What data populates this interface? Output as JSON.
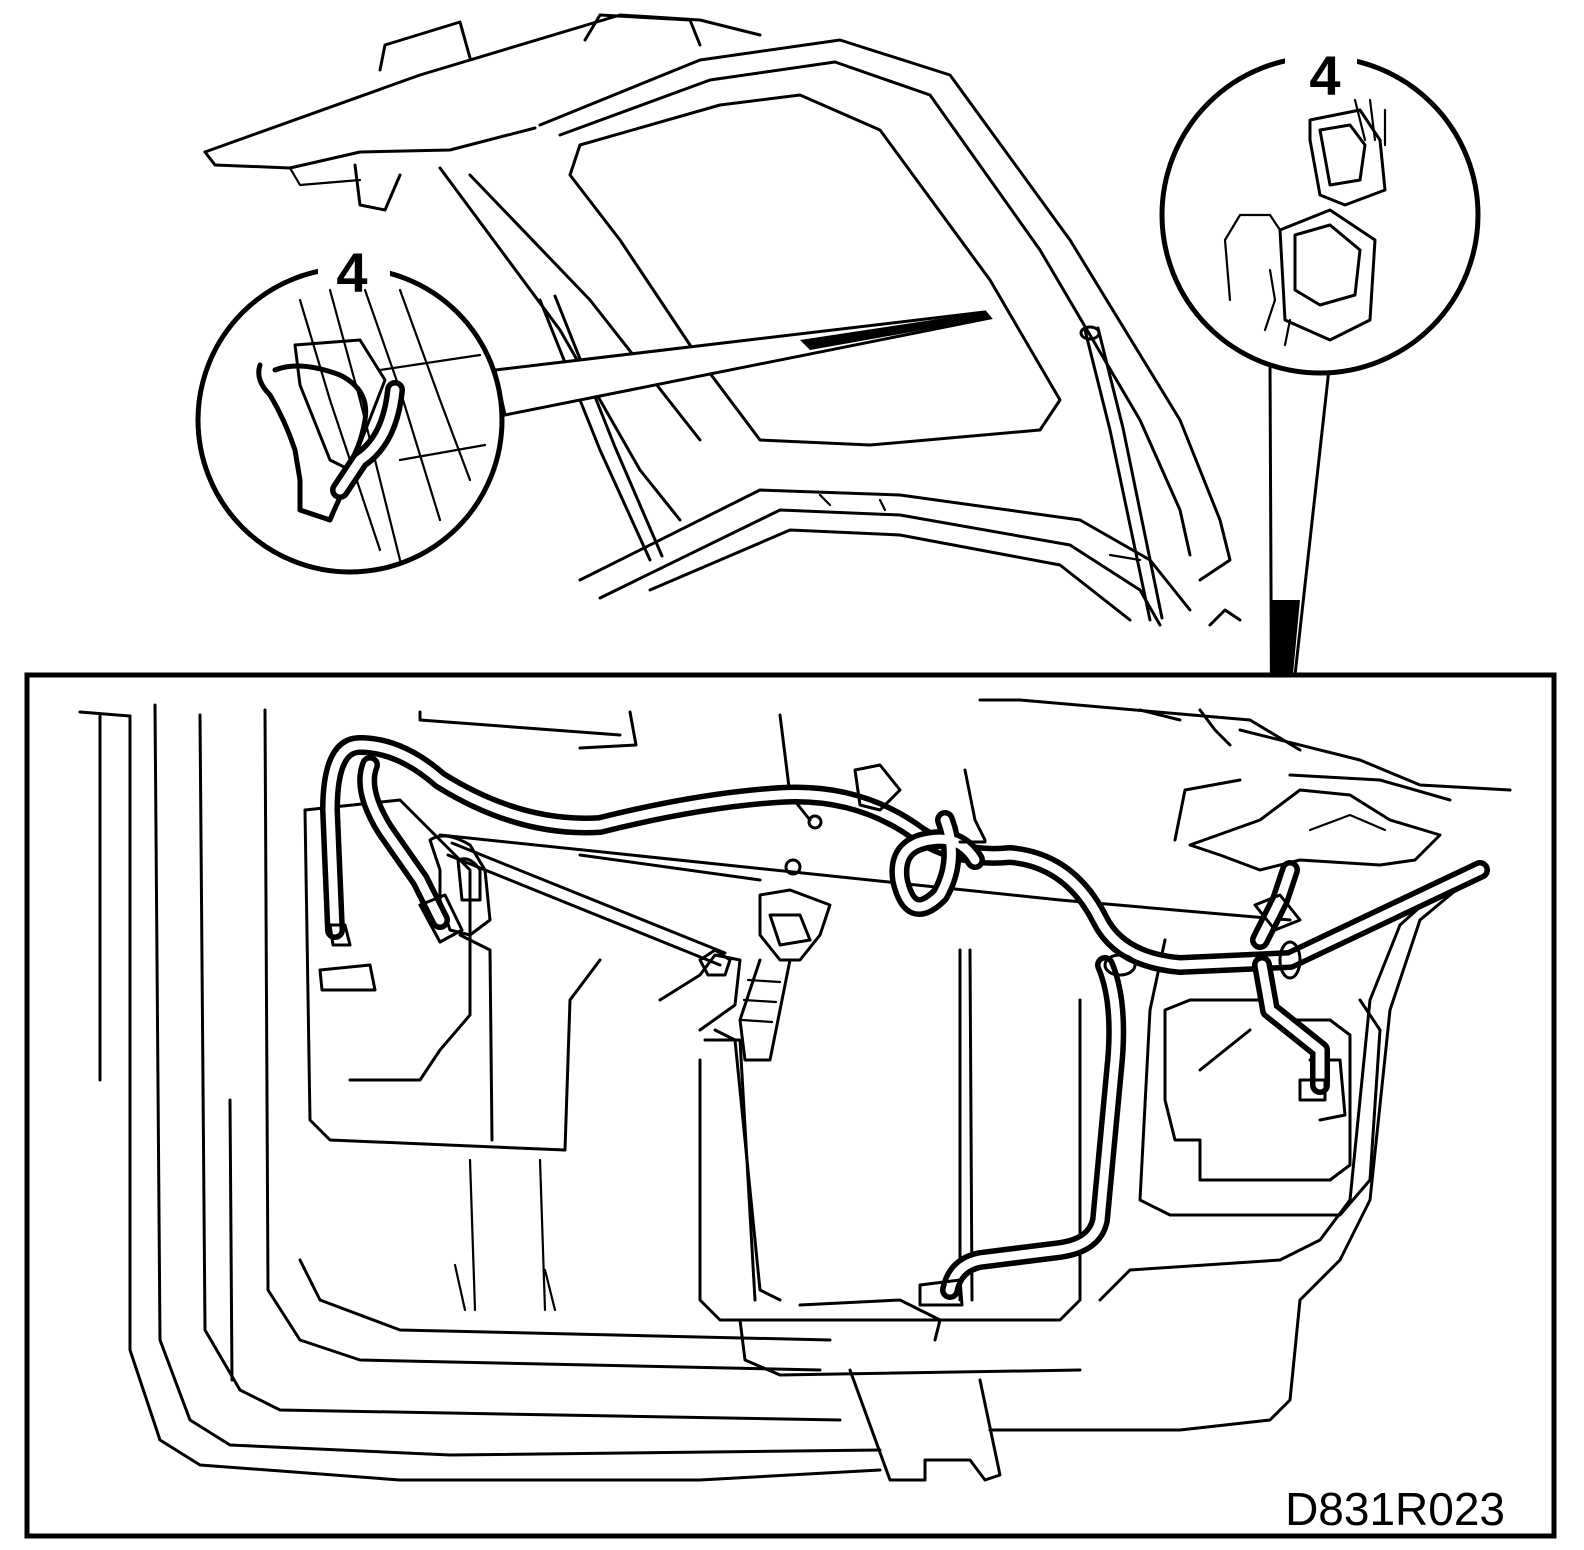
{
  "figure": {
    "id_code": "D831R023"
  },
  "callouts": [
    {
      "label": "4"
    },
    {
      "label": "4"
    }
  ],
  "colors": {
    "ink": "#000000",
    "paper": "#ffffff"
  }
}
